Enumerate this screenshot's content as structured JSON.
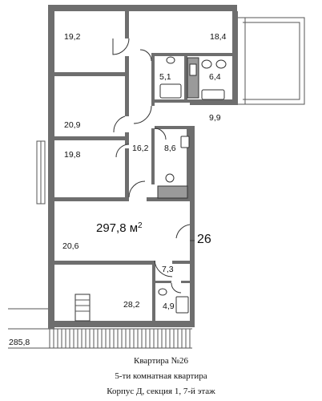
{
  "rooms": {
    "r19_2": "19,2",
    "r18_4": "18,4",
    "r5_1": "5,1",
    "r6_4": "6,4",
    "r9_9": "9,9",
    "r20_9": "20,9",
    "r16_2": "16,2",
    "r8_6": "8,6",
    "r19_8": "19,8",
    "r20_6": "20,6",
    "r7_3": "7,3",
    "r28_2": "28,2",
    "r4_9": "4,9",
    "r285_8": "285,8"
  },
  "total_area": "297,8 м",
  "total_area_sup": "2",
  "apartment_number": "26",
  "caption": {
    "line1": "Квартира №26",
    "line2": "5-ти комнатная квартира",
    "line3": "Корпус Д, секция 1, 7-й этаж"
  }
}
